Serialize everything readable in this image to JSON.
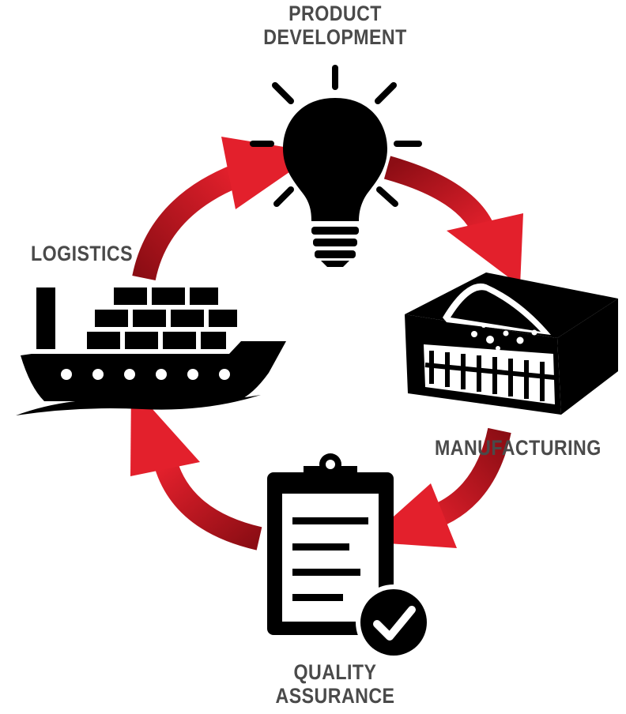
{
  "stages": [
    {
      "id": "product-development",
      "lines": [
        "PRODUCT",
        "DEVELOPMENT"
      ],
      "icon": "lightbulb-icon"
    },
    {
      "id": "manufacturing",
      "lines": [
        "MANUFACTURING"
      ],
      "icon": "mattress-icon"
    },
    {
      "id": "quality-assurance",
      "lines": [
        "QUALITY",
        "ASSURANCE"
      ],
      "icon": "clipboard-check-icon"
    },
    {
      "id": "logistics",
      "lines": [
        "LOGISTICS"
      ],
      "icon": "cargo-ship-icon"
    }
  ],
  "colors": {
    "arrow_light": "#e3202c",
    "arrow_dark": "#8c0d14",
    "icon": "#000000",
    "label": "#4a4a4a",
    "background": "#ffffff"
  }
}
